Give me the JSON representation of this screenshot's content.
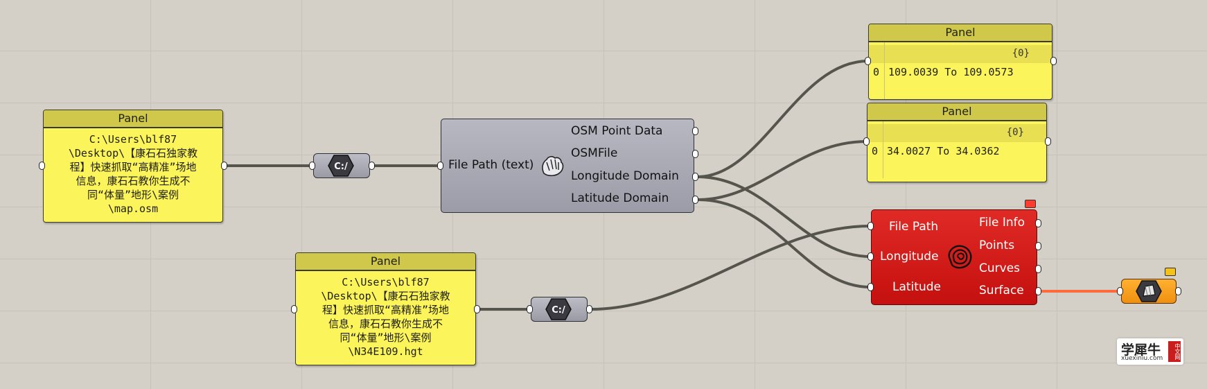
{
  "canvas": {
    "background": "#d4d0c8",
    "wire_color": "#55554e",
    "highlight_wire_color": "#ff6a3d"
  },
  "panels": {
    "file_path_1": {
      "title": "Panel",
      "text": "C:\\Users\\blf87\n\\Desktop\\【康石石独家教\n程】快速抓取“高精准”场地\n信息，康石石教你生成不\n同“体量”地形\\案例\n\\map.osm"
    },
    "file_path_2": {
      "title": "Panel",
      "text": "C:\\Users\\blf87\n\\Desktop\\【康石石独家教\n程】快速抓取“高精准”场地\n信息，康石石教你生成不\n同“体量”地形\\案例\n\\N34E109.hgt"
    },
    "longitude_output": {
      "title": "Panel",
      "path": "{0}",
      "index": "0",
      "value": "109.0039 To 109.0573"
    },
    "latitude_output": {
      "title": "Panel",
      "path": "{0}",
      "index": "0",
      "value": "34.0027 To 34.0362"
    }
  },
  "path_components": {
    "label": "C:/"
  },
  "osm_component": {
    "input": "File Path (text)",
    "outputs": [
      "OSM Point Data",
      "OSMFile",
      "Longitude Domain",
      "Latitude Domain"
    ],
    "icon": "hand-map-icon"
  },
  "terrain_component": {
    "inputs": [
      "File Path",
      "Longitude",
      "Latitude"
    ],
    "outputs": [
      "File Info",
      "Points",
      "Curves",
      "Surface"
    ],
    "icon": "contour-map-icon",
    "color": "#d81c1a"
  },
  "surface_param": {
    "icon": "surface-icon",
    "color": "#f7a021"
  },
  "watermark": {
    "main": "学犀牛",
    "sub": "xuexiniu.com",
    "side": "中文网"
  }
}
